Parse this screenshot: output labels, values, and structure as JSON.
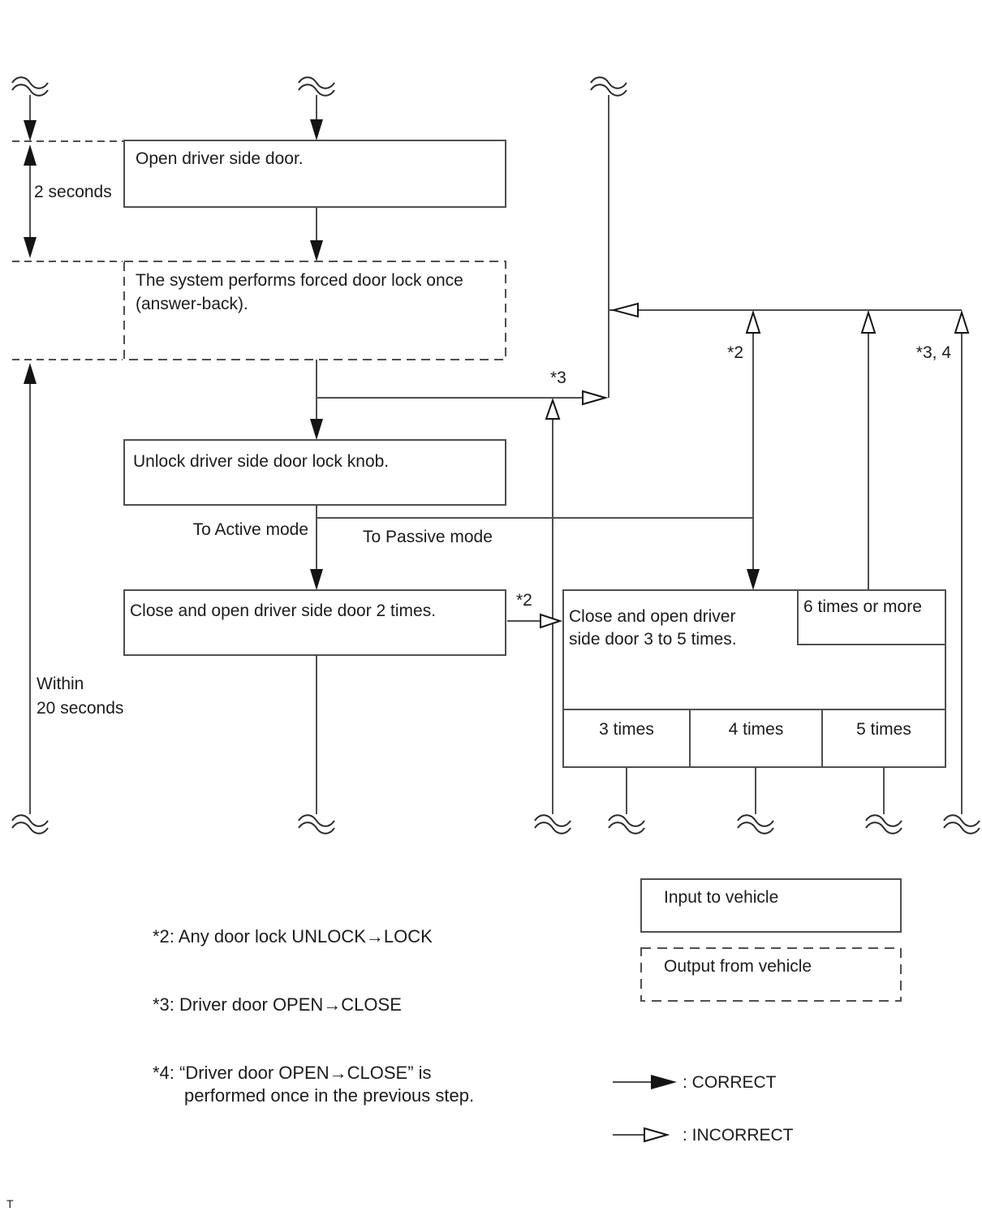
{
  "flow": {
    "two_seconds": "2 seconds",
    "within_20_seconds": "Within\n20 seconds",
    "open_door": "Open driver side door.",
    "forced_lock": "The system performs forced door lock once\n(answer-back).",
    "unlock_knob": "Unlock driver side door lock knob.",
    "close_open_2": "Close and open driver side door 2 times.",
    "close_open_3_5": "Close and open driver\nside door 3 to 5 times.",
    "six_or_more": "6 times or more",
    "times3": "3 times",
    "times4": "4 times",
    "times5": "5 times",
    "to_active": "To Active mode",
    "to_passive": "To Passive mode",
    "star2": "*2",
    "star3": "*3",
    "star34": "*3, 4"
  },
  "notes": {
    "n2": "*2: Any door lock UNLOCK→LOCK",
    "n3": "*3: Driver door OPEN→CLOSE",
    "n4a": "*4: “Driver door OPEN→CLOSE” is",
    "n4b": "performed once in the previous step."
  },
  "legend": {
    "input": "Input to vehicle",
    "output": "Output from vehicle",
    "correct": ": CORRECT",
    "incorrect": ": INCORRECT"
  },
  "footer": "T",
  "colors": {
    "line": "#4f4f4f",
    "arrow": "#141414",
    "text": "#1c1c1c"
  }
}
